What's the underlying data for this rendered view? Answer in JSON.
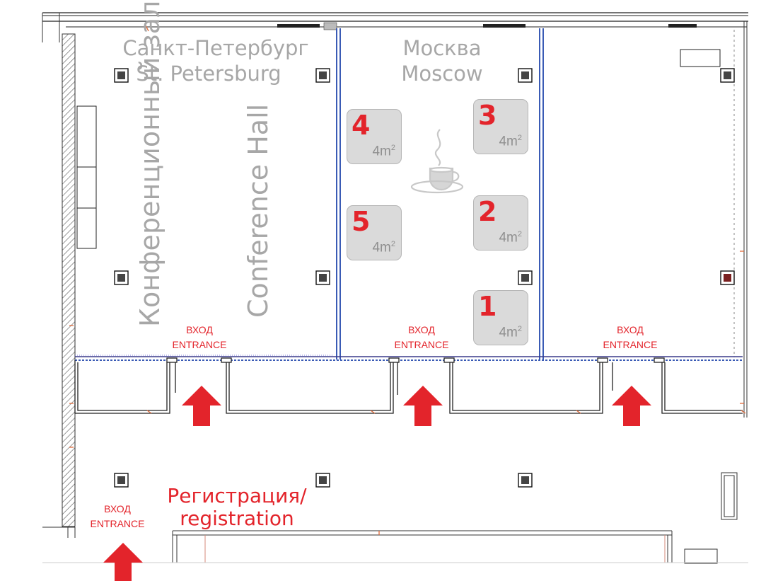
{
  "halls": [
    {
      "id": "st-petersburg",
      "name_ru": "Санкт-Петербург",
      "name_en": "St. Petersburg",
      "subtitle_ru": "Конференционный зал",
      "subtitle_en": "Conference Hall"
    },
    {
      "id": "moscow",
      "name_ru": "Москва",
      "name_en": "Moscow"
    }
  ],
  "booths": [
    {
      "number": "1",
      "area": "4m",
      "area_unit_sup": "2"
    },
    {
      "number": "2",
      "area": "4m",
      "area_unit_sup": "2"
    },
    {
      "number": "3",
      "area": "4m",
      "area_unit_sup": "2"
    },
    {
      "number": "4",
      "area": "4m",
      "area_unit_sup": "2"
    },
    {
      "number": "5",
      "area": "4m",
      "area_unit_sup": "2"
    }
  ],
  "entrances": [
    {
      "label_ru": "ВХОД",
      "label_en": "ENTRANCE"
    },
    {
      "label_ru": "ВХОД",
      "label_en": "ENTRANCE"
    },
    {
      "label_ru": "ВХОД",
      "label_en": "ENTRANCE"
    },
    {
      "label_ru": "ВХОД",
      "label_en": "ENTRANCE"
    }
  ],
  "registration": {
    "label_ru": "Регистрация/",
    "label_en": "registration"
  },
  "icons": {
    "coffee": "coffee-cup-icon",
    "arrow": "up-arrow-icon",
    "column": "column-icon"
  },
  "colors": {
    "accent_red": "#e3242b",
    "wall_blue": "#3a5bb5",
    "booth_fill": "#dadada",
    "label_grey": "#a7a7a7",
    "wall_dark": "#222222"
  }
}
